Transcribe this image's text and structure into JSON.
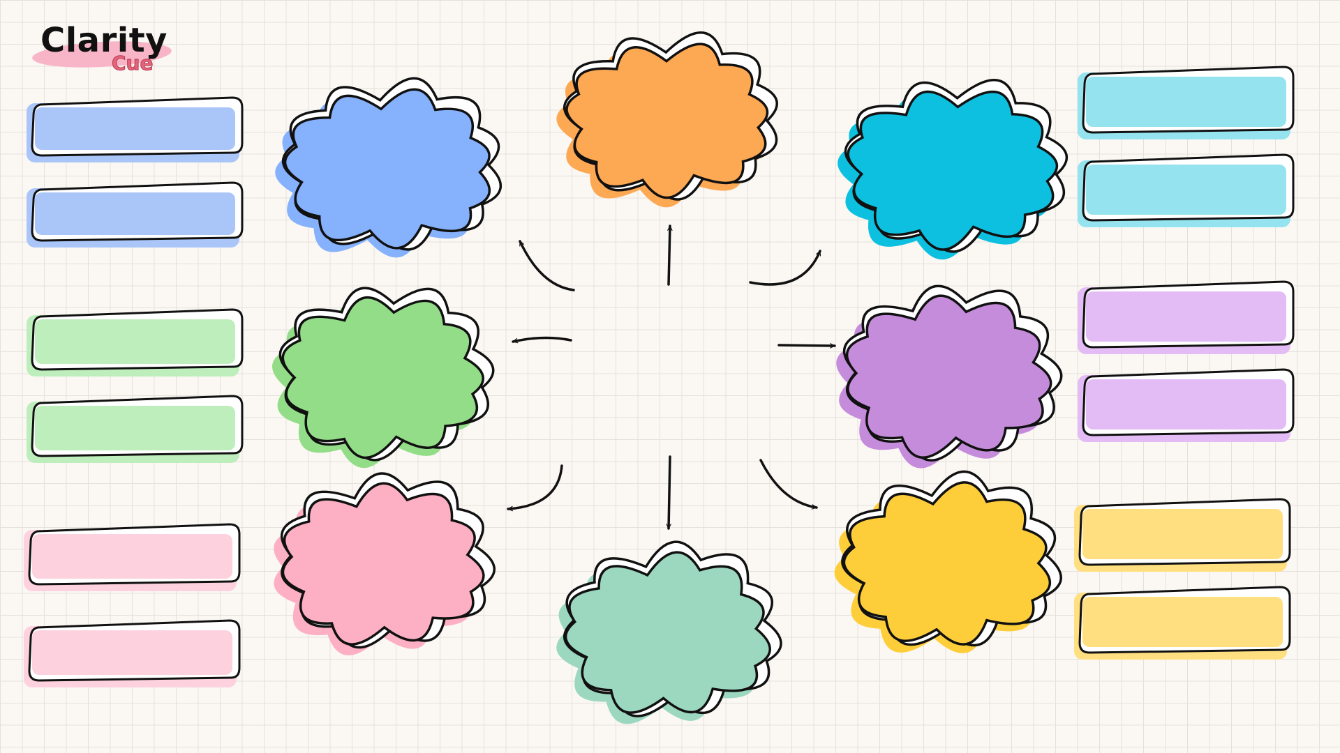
{
  "brand": {
    "line1": "Clarity",
    "line2": "Cue"
  },
  "colors": {
    "blue": "#86b1fd",
    "blue_light": "#aac6f9",
    "orange": "#fda853",
    "cyan": "#0ec0e0",
    "cyan_light": "#94e3ee",
    "green": "#94dd88",
    "green_light": "#bdeebc",
    "purple": "#c68cdc",
    "purple_light": "#e3bcf5",
    "pink": "#fdafc3",
    "pink_light": "#fdd2de",
    "teal": "#9cd7c0",
    "yellow": "#fece3a",
    "yellow_light": "#ffdf80",
    "outline": "#111111"
  },
  "center_node": {
    "text": ""
  },
  "branches": [
    {
      "id": "top-left",
      "color": "blue",
      "cloud_text": "",
      "boxes": [
        "",
        ""
      ]
    },
    {
      "id": "top",
      "color": "orange",
      "cloud_text": ""
    },
    {
      "id": "top-right",
      "color": "cyan",
      "cloud_text": "",
      "boxes": [
        "",
        ""
      ]
    },
    {
      "id": "middle-left",
      "color": "green",
      "cloud_text": "",
      "boxes": [
        "",
        ""
      ]
    },
    {
      "id": "middle-right",
      "color": "purple",
      "cloud_text": "",
      "boxes": [
        "",
        ""
      ]
    },
    {
      "id": "bottom-left",
      "color": "pink",
      "cloud_text": "",
      "boxes": [
        "",
        ""
      ]
    },
    {
      "id": "bottom",
      "color": "teal",
      "cloud_text": ""
    },
    {
      "id": "bottom-right",
      "color": "yellow",
      "cloud_text": "",
      "boxes": [
        "",
        ""
      ]
    }
  ]
}
